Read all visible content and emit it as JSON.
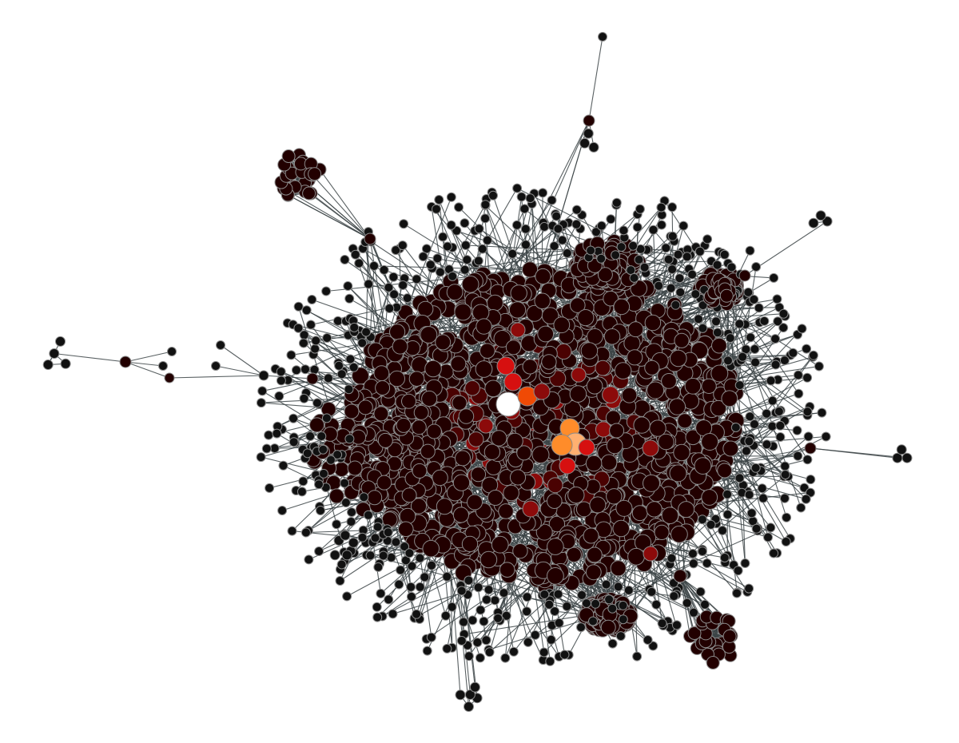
{
  "figure": {
    "kind": "network-graph",
    "background": "#ffffff",
    "edge_color": "#3c4446",
    "node_outline_color": "#8a8a8a",
    "node_color_scale": [
      "#220000",
      "#4a0202",
      "#8c0a0a",
      "#d61010",
      "#f04a05",
      "#ff8c2a",
      "#ffb070",
      "#ffffff"
    ],
    "labels": "none",
    "legend": "none"
  }
}
